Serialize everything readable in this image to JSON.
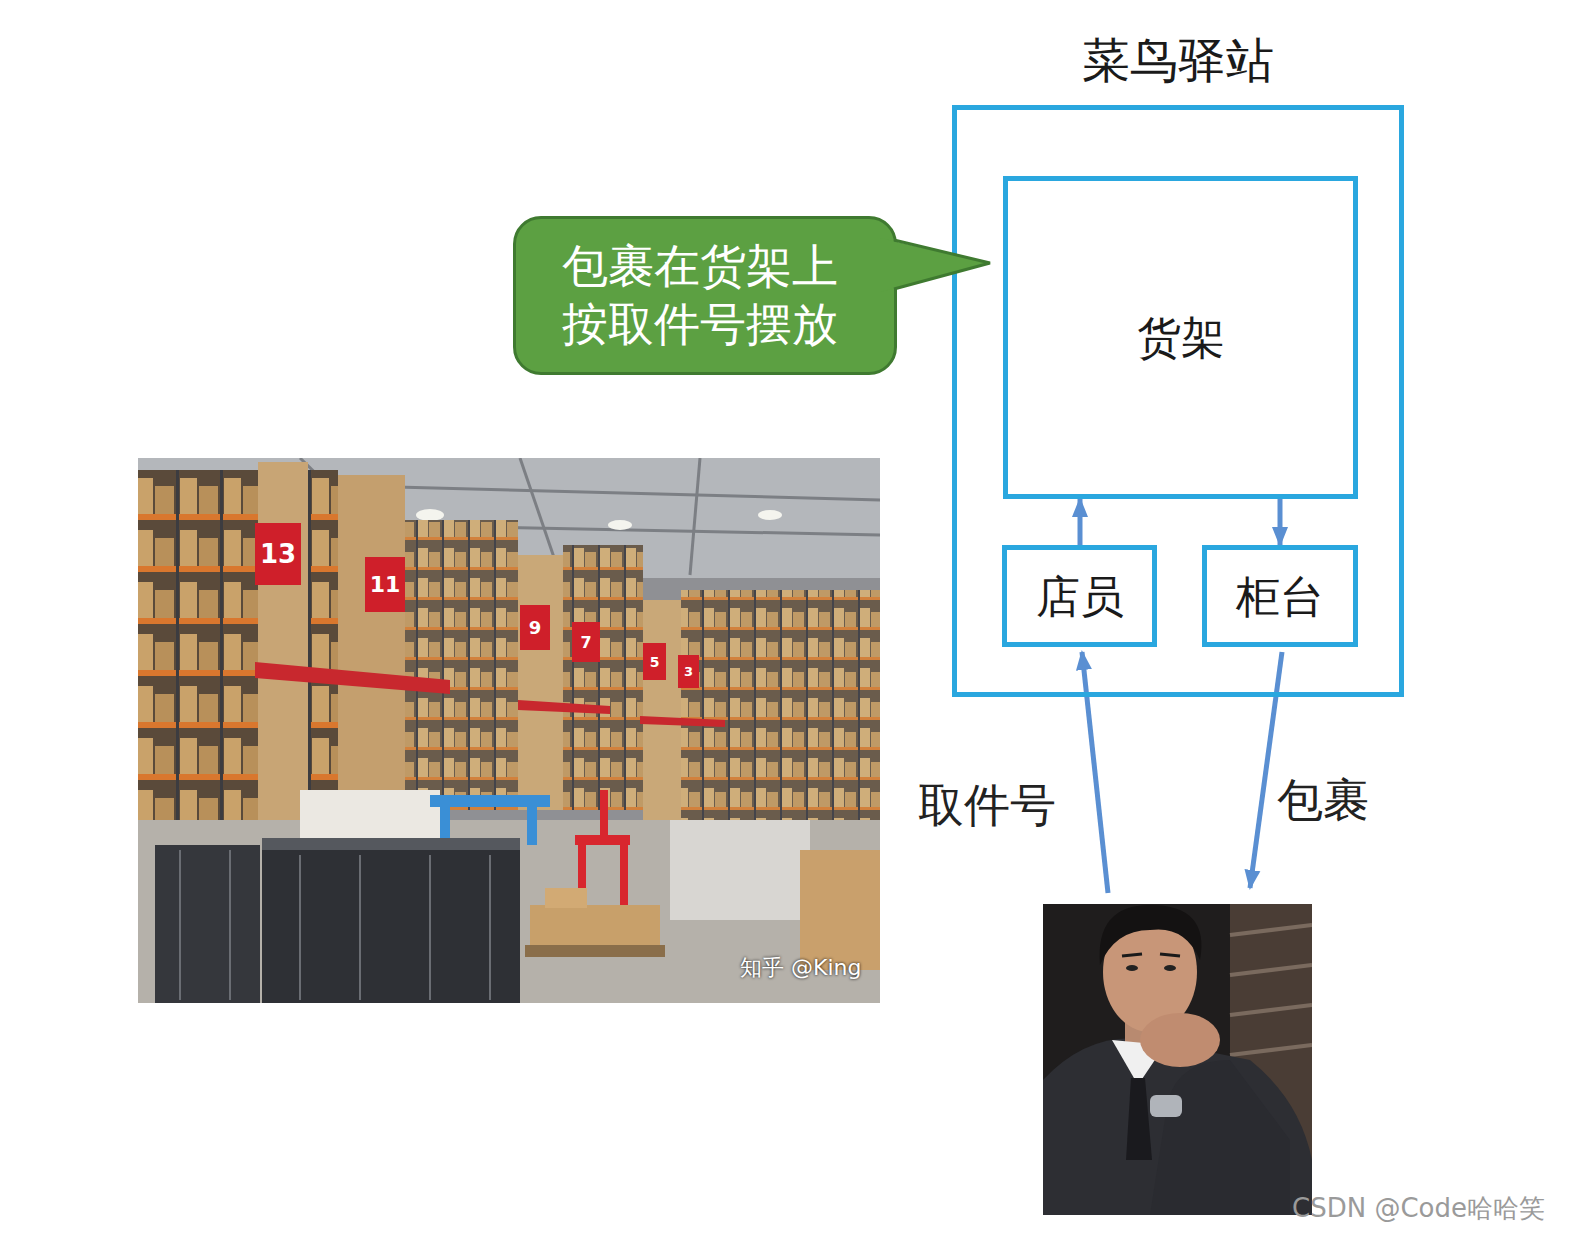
{
  "diagram": {
    "nodes": [
      {
        "text": [
          "菜鸟驿站"
        ]
      },
      {
        "text": [
          "货架"
        ],
        "in": 0
      },
      {
        "text": [
          "店员"
        ],
        "in": 0
      },
      {
        "text": [
          "柜台"
        ],
        "in": 0
      },
      {
        "text": [
          "包裹在货架上按取件号摆放"
        ]
      }
    ],
    "edges": [
      {
        "from": 2,
        "to": 1,
        "arrow": "to"
      },
      {
        "from": 1,
        "to": 3,
        "arrow": "to"
      }
    ],
    "labels": [
      "取件号",
      "包裹",
      "13",
      "11",
      "9",
      "7",
      "5",
      "3",
      "知乎 @King",
      "CSDN @Code哈哈笑"
    ]
  }
}
